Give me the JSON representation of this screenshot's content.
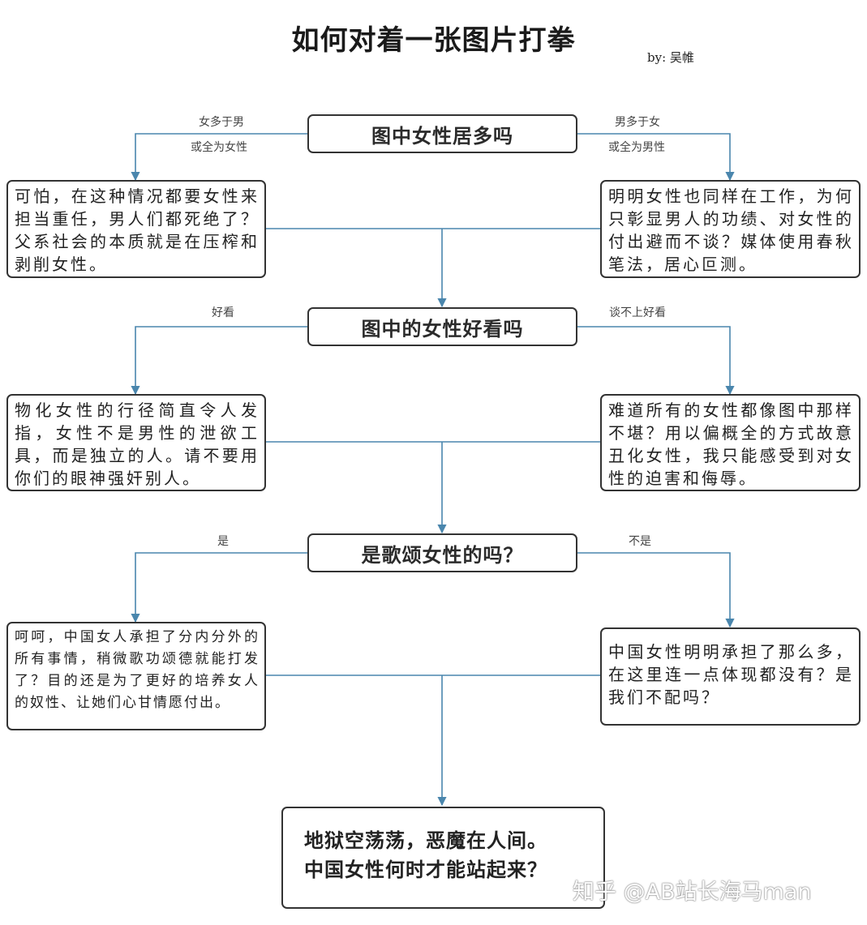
{
  "title": "如何对着一张图片打拳",
  "author": "by: 吴帷",
  "q1": {
    "question": "图中女性居多吗",
    "left_edge": [
      "女多于男",
      "或全为女性"
    ],
    "right_edge": [
      "男多于女",
      "或全为男性"
    ],
    "left_answer": "可怕，在这种情况都要女性来担当重任，男人们都死绝了？父系社会的本质就是在压榨和剥削女性。",
    "right_answer": "明明女性也同样在工作，为何只彰显男人的功绩、对女性的付出避而不谈？媒体使用春秋笔法，居心叵测。"
  },
  "q2": {
    "question": "图中的女性好看吗",
    "left_edge": "好看",
    "right_edge": "谈不上好看",
    "left_answer": "物化女性的行径简直令人发指，女性不是男性的泄欲工具，而是独立的人。请不要用你们的眼神强奸别人。",
    "right_answer": "难道所有的女性都像图中那样不堪？用以偏概全的方式故意丑化女性，我只能感受到对女性的迫害和侮辱。"
  },
  "q3": {
    "question": "是歌颂女性的吗？",
    "left_edge": "是",
    "right_edge": "不是",
    "left_answer": "呵呵，中国女人承担了分内分外的所有事情，稍微歌功颂德就能打发了？目的还是为了更好的培养女人的奴性、让她们心甘情愿付出。",
    "right_answer": "中国女性明明承担了那么多，在这里连一点体现都没有？是我们不配吗？"
  },
  "final": {
    "line1": "地狱空荡荡，恶魔在人间。",
    "line2": "中国女性何时才能站起来？"
  },
  "watermark": "知乎 @AB站长海马man",
  "colors": {
    "connector": "#4a86ad",
    "border": "#333333"
  }
}
